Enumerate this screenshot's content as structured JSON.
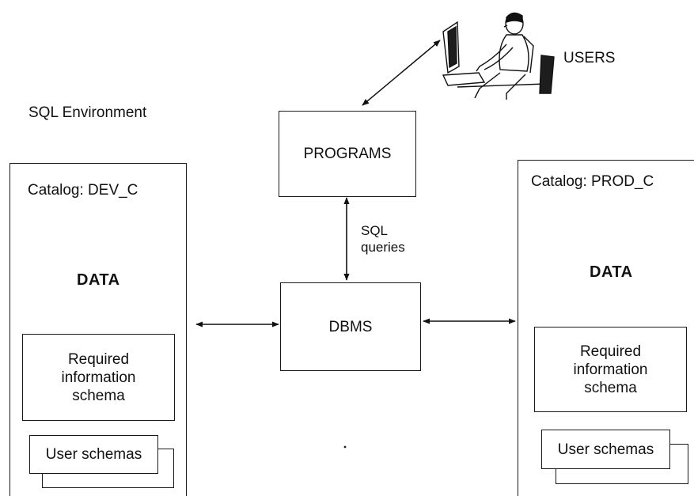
{
  "environment_label": "SQL Environment",
  "users_label": "USERS",
  "programs_label": "PROGRAMS",
  "dbms_label": "DBMS",
  "link_label": {
    "line1": "SQL",
    "line2": "queries"
  },
  "catalogs": [
    {
      "title": "Catalog: DEV_C",
      "data_label": "DATA",
      "info_schema": {
        "line1": "Required",
        "line2": "information",
        "line3": "schema"
      },
      "user_schemas": "User schemas"
    },
    {
      "title": "Catalog: PROD_C",
      "data_label": "DATA",
      "info_schema": {
        "line1": "Required",
        "line2": "information",
        "line3": "schema"
      },
      "user_schemas": "User schemas"
    }
  ]
}
